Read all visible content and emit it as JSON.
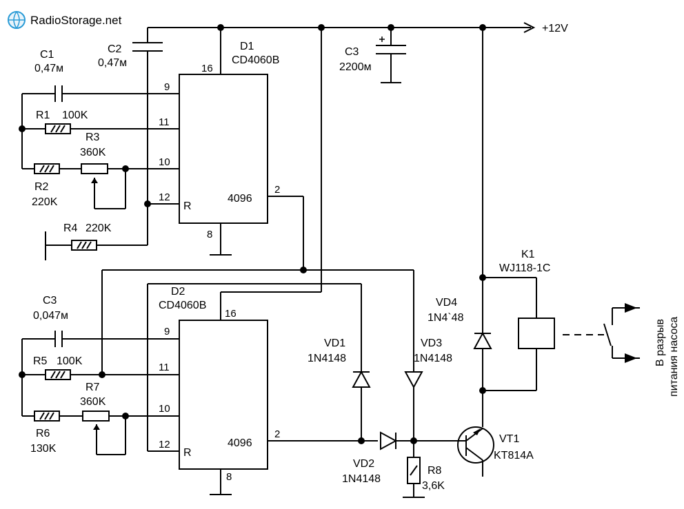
{
  "watermark": {
    "text": "RadioStorage.net",
    "accent": "#2a9bd6"
  },
  "supply": {
    "label": "+12V"
  },
  "ic1": {
    "name": "D1",
    "part": "CD4060B",
    "output": "4096",
    "reset": "R",
    "pins": {
      "vdd": "16",
      "gnd": "8",
      "p9": "9",
      "p11": "11",
      "p10": "10",
      "p12": "12",
      "out": "2"
    }
  },
  "ic2": {
    "name": "D2",
    "part": "CD4060B",
    "output": "4096",
    "reset": "R",
    "pins": {
      "vdd": "16",
      "gnd": "8",
      "p9": "9",
      "p11": "11",
      "p10": "10",
      "p12": "12",
      "out": "2"
    }
  },
  "components": {
    "c1": {
      "ref": "C1",
      "value": "0,47м"
    },
    "c2": {
      "ref": "C2",
      "value": "0,47м"
    },
    "c3_top": {
      "ref": "C3",
      "value": "2200м"
    },
    "c3_bot": {
      "ref": "C3",
      "value": "0,047м"
    },
    "r1": {
      "ref": "R1",
      "value": "100K"
    },
    "r2": {
      "ref": "R2",
      "value": "220K"
    },
    "r3": {
      "ref": "R3",
      "value": "360K"
    },
    "r4": {
      "ref": "R4",
      "value": "220K"
    },
    "r5": {
      "ref": "R5",
      "value": "100K"
    },
    "r6": {
      "ref": "R6",
      "value": "130K"
    },
    "r7": {
      "ref": "R7",
      "value": "360K"
    },
    "r8": {
      "ref": "R8",
      "value": "3,6K"
    },
    "vd1": {
      "ref": "VD1",
      "value": "1N4148"
    },
    "vd2": {
      "ref": "VD2",
      "value": "1N4148"
    },
    "vd3": {
      "ref": "VD3",
      "value": "1N4148"
    },
    "vd4": {
      "ref": "VD4",
      "value": "1N4`48"
    },
    "vt1": {
      "ref": "VT1",
      "value": "KT814A"
    },
    "k1": {
      "ref": "K1",
      "value": "WJ118-1C"
    }
  },
  "pump_note": {
    "line1": "В разрыв",
    "line2": "питания насоса"
  }
}
